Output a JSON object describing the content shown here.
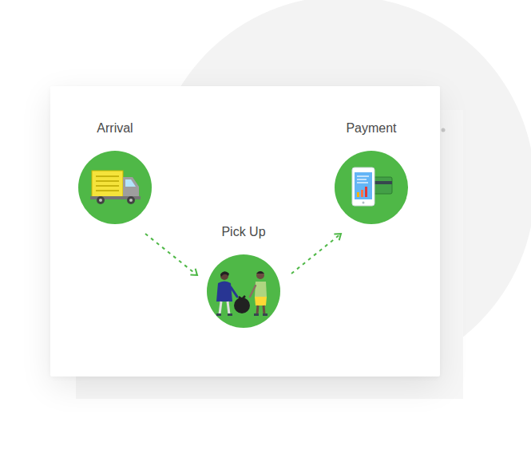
{
  "diagram": {
    "nodes": [
      {
        "text": [
          "Arrival"
        ]
      },
      {
        "text": [
          "Pick Up"
        ]
      },
      {
        "text": [
          "Payment"
        ]
      }
    ],
    "edges": [
      {
        "from": 0,
        "to": 1,
        "arrow": "to"
      },
      {
        "from": 1,
        "to": 2,
        "arrow": "to"
      }
    ]
  }
}
